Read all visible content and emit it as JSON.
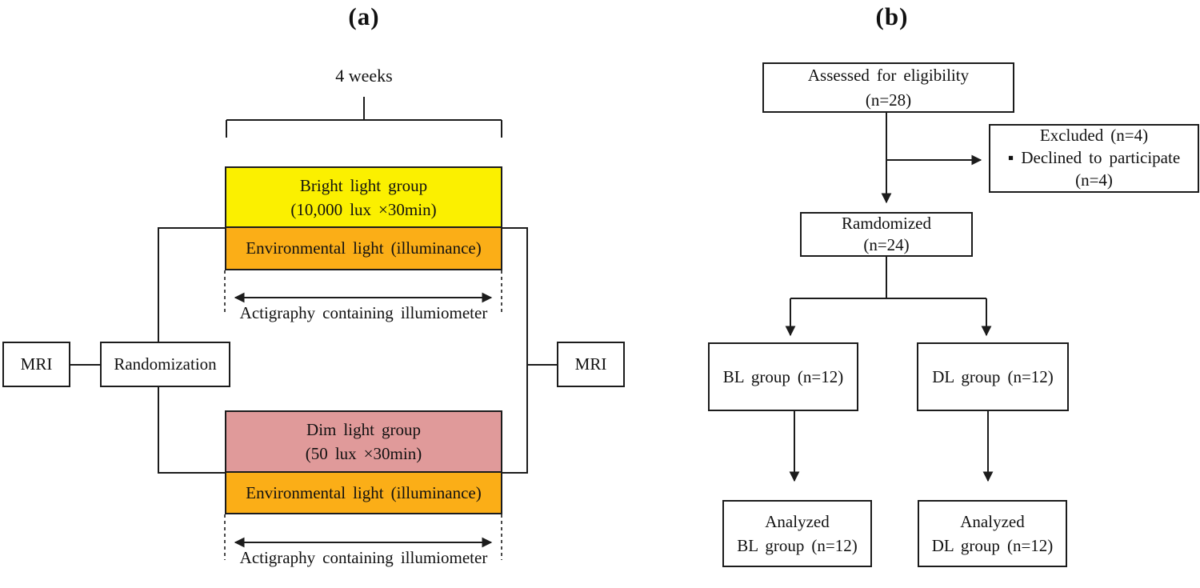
{
  "colors": {
    "bright_light": "#FBF000",
    "environmental_light": "#FBAE17",
    "dim_light": "#E09A9A",
    "line": "#1C1C1C"
  },
  "panel_a": {
    "label": "(a)",
    "duration": "4 weeks",
    "bright_light": {
      "line1": "Bright light group",
      "line2": "(10,000 lux ×30min)"
    },
    "environmental_top": "Environmental light (illuminance)",
    "actigraphy_top": {
      "line1": "Actigraphy containing",
      "line2": "illumiometer"
    },
    "mri_left": "MRI",
    "randomization": "Randomization",
    "mri_right": "MRI",
    "dim_light": {
      "line1": "Dim light group",
      "line2": "(50 lux ×30min)"
    },
    "environmental_bottom": "Environmental light (illuminance)",
    "actigraphy_bottom": {
      "line1": "Actigraphy containing",
      "line2": "illumiometer"
    }
  },
  "panel_b": {
    "label": "(b)",
    "assessed": {
      "line1": "Assessed for eligibility",
      "line2": "(n=28)"
    },
    "excluded": {
      "line1": "Excluded (n=4)",
      "line2": "▪ Declined to participate",
      "line3": "(n=4)"
    },
    "randomized": {
      "line1": "Ramdomized",
      "line2": "(n=24)"
    },
    "bl_group": "BL group (n=12)",
    "dl_group": "DL group (n=12)",
    "analyzed_bl": {
      "line1": "Analyzed",
      "line2": "BL group (n=12)"
    },
    "analyzed_dl": {
      "line1": "Analyzed",
      "line2": "DL group (n=12)"
    }
  }
}
